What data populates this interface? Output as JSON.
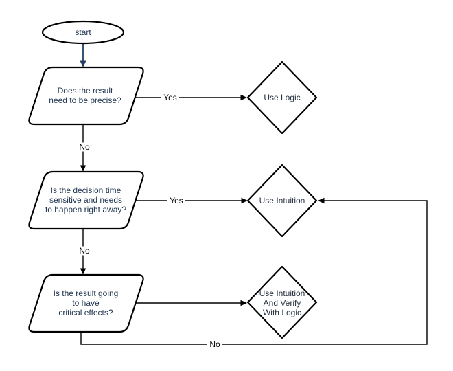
{
  "diagram": {
    "type": "flowchart",
    "nodes": {
      "start": {
        "label": "start"
      },
      "q_precise": {
        "line1": "Does the result",
        "line2": "need to be precise?"
      },
      "d_use_logic": {
        "label": "Use Logic"
      },
      "q_time_sensitive": {
        "line1": "Is the decision time",
        "line2": "sensitive and needs",
        "line3": "to happen right away?"
      },
      "d_use_intuition": {
        "label": "Use Intuition"
      },
      "q_critical_effects": {
        "line1": "Is the result going",
        "line2": "to have",
        "line3": "critical effects?"
      },
      "d_verify_logic": {
        "line1": "Use Intuition",
        "line2": "And Verify",
        "line3": "With Logic"
      }
    },
    "edge_labels": {
      "precise_yes": "Yes",
      "precise_no": "No",
      "time_yes": "Yes",
      "time_no": "No",
      "loop_no": "No"
    },
    "colors": {
      "background": "#ffffff",
      "shape_fill": "#ffffff",
      "shape_stroke": "#000000",
      "node_text": "#1e3350",
      "diamond_text": "#26303e",
      "edge_stroke": "#000000",
      "edge_label_text": "#000000",
      "start_edge": "#1f4064"
    }
  }
}
